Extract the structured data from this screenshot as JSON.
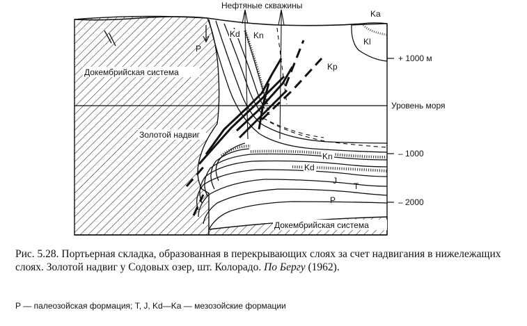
{
  "figure": {
    "top_label": "Нефтяные скважины",
    "labels": {
      "ka": "Ka",
      "kl": "Kl",
      "kp": "Kp",
      "kd_top": "Kd",
      "kn_top": "Kn",
      "p_top": "P",
      "precambrian_top": "Докембрийская система",
      "golden_thrust": "Золотой надвиг",
      "kn_bottom": "Kn",
      "kd_bottom": "Kd",
      "j": "J",
      "t": "T",
      "p_bottom": "P",
      "precambrian_bottom": "Докембрийская система"
    },
    "scale": {
      "plus1000": "+ 1000 м",
      "sea_level": "Уровень моря",
      "minus1000": "– 1000",
      "minus2000": "– 2000"
    }
  },
  "caption": {
    "main": "Рис. 5.28. Портьерная складка, образованная в перекрывающих слоях за счет надвигания в нижележащих слоях. Золотой надвиг у Содовых озер, шт. Колорадо.",
    "author": "По Бергу",
    "year": "(1962)."
  },
  "legend": "Р — палеозойская формация; Т, J, Kd—Ka — мезозойские формации"
}
